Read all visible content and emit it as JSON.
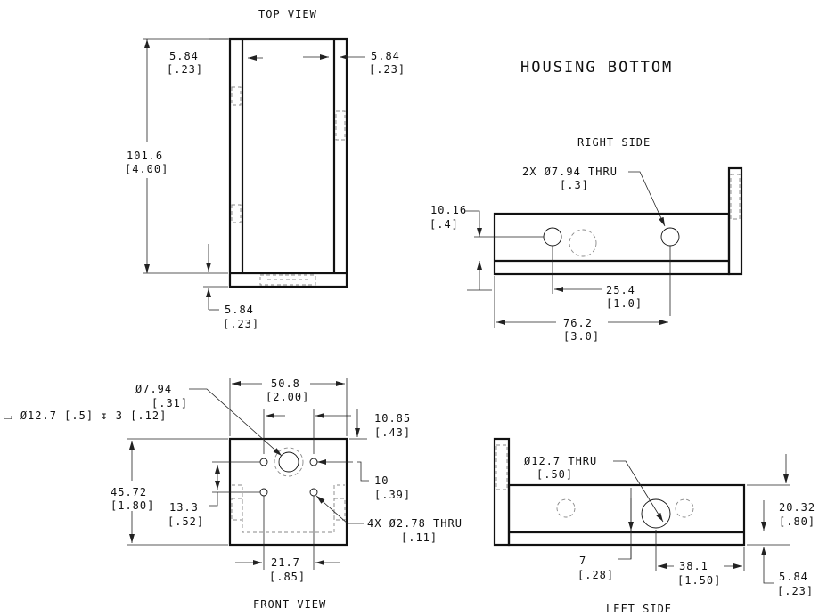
{
  "title": "HOUSING BOTTOM",
  "views": {
    "top": "TOP VIEW",
    "right": "RIGHT SIDE",
    "front": "FRONT VIEW",
    "left": "LEFT SIDE"
  },
  "top_view": {
    "wall_left": [
      "5.84",
      "[.23]"
    ],
    "wall_right": [
      "5.84",
      "[.23]"
    ],
    "height": [
      "101.6",
      "[4.00]"
    ],
    "base": [
      "5.84",
      "[.23]"
    ]
  },
  "right_side": {
    "hole_callout": [
      "2X Ø7.94 THRU",
      "[.3]"
    ],
    "hole_height": [
      "10.16",
      "[.4]"
    ],
    "hole_spacing": [
      "25.4",
      "[1.0]"
    ],
    "overall_length": [
      "76.2",
      "[3.0]"
    ]
  },
  "front_view": {
    "counterbore_note": "⌴ Ø12.7 [.5] ↧ 3 [.12]",
    "center_hole": [
      "Ø7.94",
      "[.31]"
    ],
    "width": [
      "50.8",
      "[2.00]"
    ],
    "hole_offset_top": [
      "10.85",
      "[.43]"
    ],
    "height": [
      "45.72",
      "[1.80]"
    ],
    "hole_offset_right": [
      "10",
      "[.39]"
    ],
    "hole_row": [
      "13.3",
      "[.52]"
    ],
    "small_holes": [
      "4X Ø2.78  THRU",
      "[.11]"
    ],
    "hole_spacing": [
      "21.7",
      "[.85]"
    ]
  },
  "left_side": {
    "hole_callout": [
      "Ø12.7  THRU",
      "[.50]"
    ],
    "height": [
      "20.32",
      "[.80]"
    ],
    "base_offset": [
      "7",
      "[.28]"
    ],
    "hole_position": [
      "38.1",
      "[1.50]"
    ],
    "wall": [
      "5.84",
      "[.23]"
    ]
  }
}
